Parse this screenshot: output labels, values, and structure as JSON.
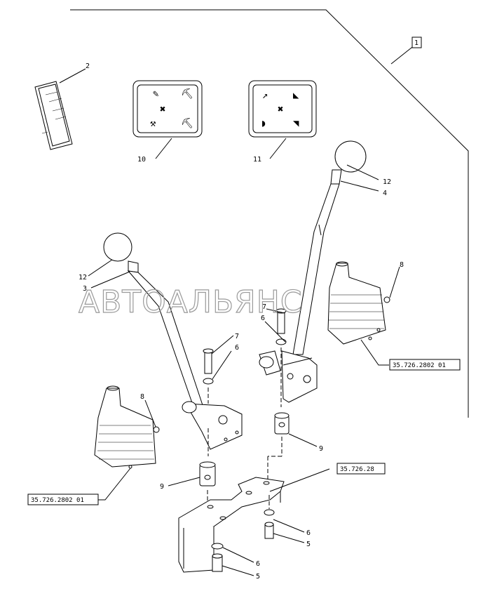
{
  "callouts": {
    "c1": "1",
    "c2": "2",
    "c10": "10",
    "c11": "11",
    "c12a": "12",
    "c4a": "4",
    "c12b": "12",
    "c3b": "3",
    "c8a": "8",
    "c8b": "8",
    "c7a": "7",
    "c6a": "6",
    "c7b": "7",
    "c6b": "6",
    "c9a": "9",
    "c9b": "9",
    "c6c": "6",
    "c5c": "5",
    "c6d": "6",
    "c5d": "5"
  },
  "references": {
    "ref_right_boot": "35.726.2802 01",
    "ref_left_boot": "35.726.2802 01",
    "ref_plate": "35.726.28"
  },
  "watermark": "АВТОАЛЬЯНС"
}
